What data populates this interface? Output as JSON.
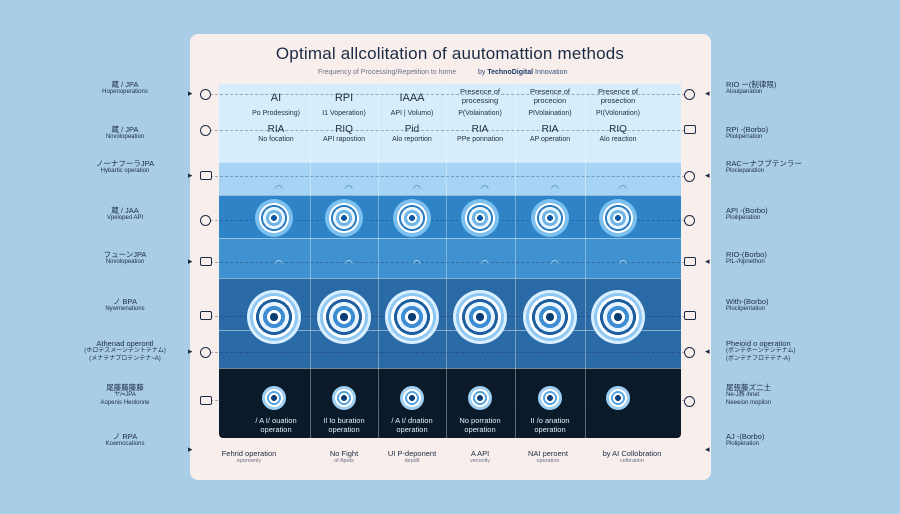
{
  "title": "Optimal allcolitation of  auutomattion methods",
  "subtitle": "Frequency of Processing/Repetition to home",
  "byline_prefix": "by ",
  "byline_brand": "TechnoDigital",
  "byline_suffix": " Innovation",
  "columns": [
    {
      "head": "AI",
      "head2": "",
      "sub1": "Po Prodessing)",
      "sub2": "RIA",
      "sub3": "No focation"
    },
    {
      "head": "RPI",
      "head2": "",
      "sub1": "I1 Voperation)",
      "sub2": "RIQ",
      "sub3": "API rapostion"
    },
    {
      "head": "IAAA",
      "head2": "",
      "sub1": "API | Volumo)",
      "sub2": "Pid",
      "sub3": "Alo reportion"
    },
    {
      "head": "Presence of",
      "head2": "processing",
      "sub1": "P(Volaination)",
      "sub2": "RIA",
      "sub3": "PPe ponnation"
    },
    {
      "head": "Presence of",
      "head2": "procecion",
      "sub1": "PIVolaination)",
      "sub2": "RIA",
      "sub3": "AP operation"
    },
    {
      "head": "Presence of",
      "head2": "prosection",
      "sub1": "PI(Volonation)",
      "sub2": "RIQ",
      "sub3": "Alo reaction"
    }
  ],
  "bottom_in": [
    {
      "l1": "/ A I/ ouation",
      "l2": "operation"
    },
    {
      "l1": "Il Io buration",
      "l2": "operation"
    },
    {
      "l1": "/ A I/ dnation",
      "l2": "operation"
    },
    {
      "l1": "No porration",
      "l2": "operation"
    },
    {
      "l1": "II /o anation",
      "l2": "operation"
    },
    {
      "l1": "",
      "l2": ""
    }
  ],
  "bottom_out": [
    {
      "l1": "Fehrid operation",
      "l2": "eporeenly"
    },
    {
      "l1": "No Fight",
      "l2": "of Apets"
    },
    {
      "l1": "UI P-deponent",
      "l2": "depdlt"
    },
    {
      "l1": "A API",
      "l2": "vecoolly"
    },
    {
      "l1": "NAI peroent",
      "l2": "operation"
    },
    {
      "l1": "by AI Collobration",
      "l2": "celbration"
    }
  ],
  "left_labels": [
    {
      "l1": "蔵 / JPA",
      "l2": "Hopenoperations"
    },
    {
      "l1": "蔵 / JPA",
      "l2": "Novolopeation"
    },
    {
      "l1": "ノーナフーラJPA",
      "l2": "Hybartic operation"
    },
    {
      "l1": "蔵 / JAA",
      "l2": "Vpeloped API"
    },
    {
      "l1": "フューンJPA",
      "l2": "Novolopeation"
    },
    {
      "l1": "ノ BPA",
      "l2": "Nywmenations"
    },
    {
      "l1": "Athenad operontl",
      "l2": "(ホロテスメーンテントテナム)",
      "l3": "(メナテナプロテンテナ~A)"
    },
    {
      "l1": "尾藤藤藤藤",
      "l2": "ヤ/=JPA",
      "l3": "Aopenis Heolonne"
    },
    {
      "l1": "ノ RPA",
      "l2": "Kowmocations"
    }
  ],
  "right_labels": [
    {
      "l1": "RIO ー(制律限)",
      "l2": "Alouipanation"
    },
    {
      "l1": "RPI -(Borbo)",
      "l2": "Plioliperration"
    },
    {
      "l1": "RACーナフブテンラー",
      "l2": "Plocieparation"
    },
    {
      "l1": "API -(Borbo)",
      "l2": "Ploiliperation"
    },
    {
      "l1": "RIO-(Borbo)",
      "l2": "PIL-/Npnethon"
    },
    {
      "l1": "With-(Borbo)",
      "l2": "Plocilpentation"
    },
    {
      "l1": "Pheioid o operation",
      "l2": "(ボンテホーンテンテナム)",
      "l3": "(ボンテナフロテテナ-A)"
    },
    {
      "l1": "尾張藤ズ二土",
      "l2": "Ne-J燕 ihnet",
      "l3": "Neeeion mopilon"
    },
    {
      "l1": "AJ -(Borbo)",
      "l2": "Ploliperation"
    }
  ]
}
